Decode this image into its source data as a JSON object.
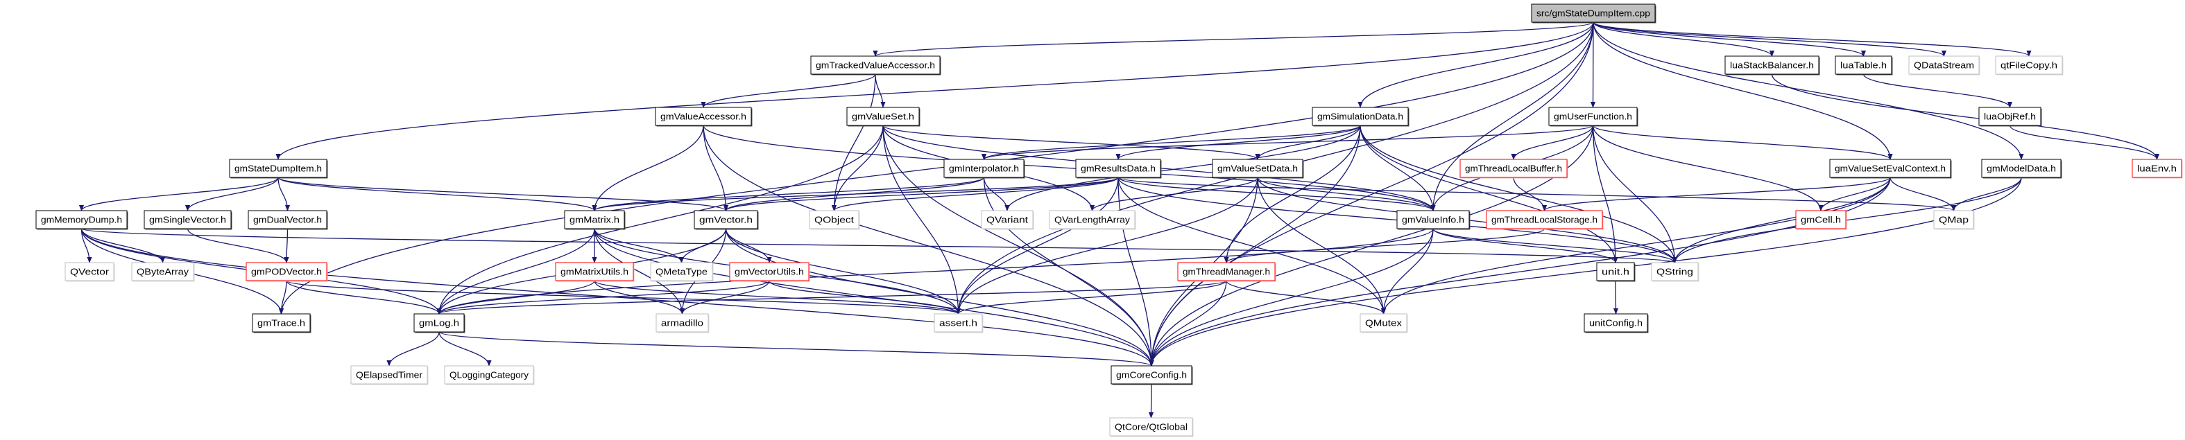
{
  "graph": {
    "root": "src/gmStateDumpItem.cpp",
    "colors": {
      "edge": "#191970",
      "root_fill": "#bfbfbf",
      "normal_border": "#000000",
      "incomplete_border": "#ff0000",
      "external_border": "#bfbfbf"
    },
    "nodes": [
      {
        "label": "src/gmStateDumpItem.cpp",
        "style": "root"
      },
      {
        "label": "gmTrackedValueAccessor.h",
        "style": "normal"
      },
      {
        "label": "luaStackBalancer.h",
        "style": "normal"
      },
      {
        "label": "luaTable.h",
        "style": "normal"
      },
      {
        "label": "QDataStream",
        "style": "external"
      },
      {
        "label": "qtFileCopy.h",
        "style": "external"
      },
      {
        "label": "gmValueAccessor.h",
        "style": "normal"
      },
      {
        "label": "gmValueSet.h",
        "style": "normal"
      },
      {
        "label": "gmSimulationData.h",
        "style": "normal"
      },
      {
        "label": "gmUserFunction.h",
        "style": "normal"
      },
      {
        "label": "luaObjRef.h",
        "style": "normal"
      },
      {
        "label": "gmStateDumpItem.h",
        "style": "normal"
      },
      {
        "label": "gmInterpolator.h",
        "style": "normal"
      },
      {
        "label": "gmResultsData.h",
        "style": "normal"
      },
      {
        "label": "gmValueSetData.h",
        "style": "normal"
      },
      {
        "label": "gmThreadLocalBuffer.h",
        "style": "incomplete"
      },
      {
        "label": "gmValueSetEvalContext.h",
        "style": "normal"
      },
      {
        "label": "gmModelData.h",
        "style": "normal"
      },
      {
        "label": "luaEnv.h",
        "style": "incomplete"
      },
      {
        "label": "gmMemoryDump.h",
        "style": "normal"
      },
      {
        "label": "gmSingleVector.h",
        "style": "normal"
      },
      {
        "label": "gmDualVector.h",
        "style": "normal"
      },
      {
        "label": "gmMatrix.h",
        "style": "normal"
      },
      {
        "label": "gmVector.h",
        "style": "normal"
      },
      {
        "label": "QObject",
        "style": "external"
      },
      {
        "label": "QVariant",
        "style": "external"
      },
      {
        "label": "QVarLengthArray",
        "style": "external"
      },
      {
        "label": "gmValueInfo.h",
        "style": "normal"
      },
      {
        "label": "gmThreadLocalStorage.h",
        "style": "incomplete"
      },
      {
        "label": "gmCell.h",
        "style": "incomplete"
      },
      {
        "label": "QMap",
        "style": "external"
      },
      {
        "label": "QVector",
        "style": "external"
      },
      {
        "label": "QByteArray",
        "style": "external"
      },
      {
        "label": "gmPODVector.h",
        "style": "incomplete"
      },
      {
        "label": "gmMatrixUtils.h",
        "style": "incomplete"
      },
      {
        "label": "QMetaType",
        "style": "external"
      },
      {
        "label": "gmVectorUtils.h",
        "style": "incomplete"
      },
      {
        "label": "gmThreadManager.h",
        "style": "incomplete"
      },
      {
        "label": "unit.h",
        "style": "normal"
      },
      {
        "label": "QString",
        "style": "external"
      },
      {
        "label": "gmTrace.h",
        "style": "normal"
      },
      {
        "label": "gmLog.h",
        "style": "normal"
      },
      {
        "label": "armadillo",
        "style": "external"
      },
      {
        "label": "assert.h",
        "style": "external"
      },
      {
        "label": "QMutex",
        "style": "external"
      },
      {
        "label": "unitConfig.h",
        "style": "normal"
      },
      {
        "label": "QElapsedTimer",
        "style": "external"
      },
      {
        "label": "QLoggingCategory",
        "style": "external"
      },
      {
        "label": "gmCoreConfig.h",
        "style": "normal"
      },
      {
        "label": "QtCore/QtGlobal",
        "style": "external"
      }
    ],
    "edges": [
      [
        "src/gmStateDumpItem.cpp",
        "gmStateDumpItem.h"
      ],
      [
        "src/gmStateDumpItem.cpp",
        "gmTrackedValueAccessor.h"
      ],
      [
        "src/gmStateDumpItem.cpp",
        "gmSimulationData.h"
      ],
      [
        "src/gmStateDumpItem.cpp",
        "gmUserFunction.h"
      ],
      [
        "src/gmStateDumpItem.cpp",
        "luaStackBalancer.h"
      ],
      [
        "src/gmStateDumpItem.cpp",
        "luaTable.h"
      ],
      [
        "src/gmStateDumpItem.cpp",
        "QDataStream"
      ],
      [
        "src/gmStateDumpItem.cpp",
        "qtFileCopy.h"
      ],
      [
        "src/gmStateDumpItem.cpp",
        "gmValueInfo.h"
      ],
      [
        "src/gmStateDumpItem.cpp",
        "gmValueSetEvalContext.h"
      ],
      [
        "src/gmStateDumpItem.cpp",
        "gmModelData.h"
      ],
      [
        "src/gmStateDumpItem.cpp",
        "gmCoreConfig.h"
      ],
      [
        "src/gmStateDumpItem.cpp",
        "gmTrace.h"
      ],
      [
        "src/gmStateDumpItem.cpp",
        "assert.h"
      ],
      [
        "gmTrackedValueAccessor.h",
        "gmValueAccessor.h"
      ],
      [
        "gmTrackedValueAccessor.h",
        "gmValueSet.h"
      ],
      [
        "gmTrackedValueAccessor.h",
        "QObject"
      ],
      [
        "gmValueAccessor.h",
        "gmMatrix.h"
      ],
      [
        "gmValueAccessor.h",
        "gmVector.h"
      ],
      [
        "gmValueAccessor.h",
        "gmCoreConfig.h"
      ],
      [
        "gmValueAccessor.h",
        "gmValueInfo.h"
      ],
      [
        "gmValueSet.h",
        "QObject"
      ],
      [
        "gmValueSet.h",
        "assert.h"
      ],
      [
        "gmValueSet.h",
        "QVarLengthArray"
      ],
      [
        "gmValueSet.h",
        "gmValueSetData.h"
      ],
      [
        "gmValueSet.h",
        "gmValueInfo.h"
      ],
      [
        "gmValueSet.h",
        "gmCoreConfig.h"
      ],
      [
        "gmValueSet.h",
        "gmLog.h"
      ],
      [
        "gmSimulationData.h",
        "gmInterpolator.h"
      ],
      [
        "gmSimulationData.h",
        "gmResultsData.h"
      ],
      [
        "gmSimulationData.h",
        "gmValueSetData.h"
      ],
      [
        "gmSimulationData.h",
        "gmThreadManager.h"
      ],
      [
        "gmSimulationData.h",
        "gmValueInfo.h"
      ],
      [
        "gmSimulationData.h",
        "QVariant"
      ],
      [
        "gmSimulationData.h",
        "unit.h"
      ],
      [
        "gmSimulationData.h",
        "QString"
      ],
      [
        "gmSimulationData.h",
        "gmCoreConfig.h"
      ],
      [
        "gmUserFunction.h",
        "gmInterpolator.h"
      ],
      [
        "gmUserFunction.h",
        "gmThreadLocalBuffer.h"
      ],
      [
        "gmUserFunction.h",
        "gmValueInfo.h"
      ],
      [
        "gmUserFunction.h",
        "gmCell.h"
      ],
      [
        "gmUserFunction.h",
        "unit.h"
      ],
      [
        "gmUserFunction.h",
        "QString"
      ],
      [
        "gmUserFunction.h",
        "gmCoreConfig.h"
      ],
      [
        "gmUserFunction.h",
        "gmValueSetEvalContext.h"
      ],
      [
        "luaStackBalancer.h",
        "luaEnv.h"
      ],
      [
        "luaTable.h",
        "luaObjRef.h"
      ],
      [
        "luaObjRef.h",
        "luaEnv.h"
      ],
      [
        "gmStateDumpItem.h",
        "gmMemoryDump.h"
      ],
      [
        "gmStateDumpItem.h",
        "gmSingleVector.h"
      ],
      [
        "gmStateDumpItem.h",
        "gmDualVector.h"
      ],
      [
        "gmStateDumpItem.h",
        "gmMatrix.h"
      ],
      [
        "gmStateDumpItem.h",
        "gmVector.h"
      ],
      [
        "gmInterpolator.h",
        "gmMatrix.h"
      ],
      [
        "gmInterpolator.h",
        "gmVector.h"
      ],
      [
        "gmInterpolator.h",
        "QVariant"
      ],
      [
        "gmInterpolator.h",
        "gmCoreConfig.h"
      ],
      [
        "gmResultsData.h",
        "QObject"
      ],
      [
        "gmResultsData.h",
        "gmMatrix.h"
      ],
      [
        "gmResultsData.h",
        "gmVector.h"
      ],
      [
        "gmResultsData.h",
        "gmValueInfo.h"
      ],
      [
        "gmResultsData.h",
        "QMutex"
      ],
      [
        "gmResultsData.h",
        "gmCoreConfig.h"
      ],
      [
        "gmResultsData.h",
        "assert.h"
      ],
      [
        "gmResultsData.h",
        "QString"
      ],
      [
        "gmResultsData.h",
        "QMap"
      ],
      [
        "gmValueSetData.h",
        "QVarLengthArray"
      ],
      [
        "gmValueSetData.h",
        "gmValueInfo.h"
      ],
      [
        "gmValueSetData.h",
        "assert.h"
      ],
      [
        "gmValueSetData.h",
        "gmCoreConfig.h"
      ],
      [
        "gmValueSetData.h",
        "QMutex"
      ],
      [
        "gmValueSetData.h",
        "QString"
      ],
      [
        "gmThreadLocalBuffer.h",
        "gmThreadLocalStorage.h"
      ],
      [
        "gmValueSetEvalContext.h",
        "gmThreadLocalStorage.h"
      ],
      [
        "gmValueSetEvalContext.h",
        "gmCell.h"
      ],
      [
        "gmValueSetEvalContext.h",
        "QMap"
      ],
      [
        "gmValueSetEvalContext.h",
        "QString"
      ],
      [
        "gmValueSetEvalContext.h",
        "QMutex"
      ],
      [
        "gmValueSetEvalContext.h",
        "gmCoreConfig.h"
      ],
      [
        "gmModelData.h",
        "QMap"
      ],
      [
        "gmModelData.h",
        "QString"
      ],
      [
        "gmModelData.h",
        "gmCoreConfig.h"
      ],
      [
        "gmMemoryDump.h",
        "QVector"
      ],
      [
        "gmMemoryDump.h",
        "QByteArray"
      ],
      [
        "gmMemoryDump.h",
        "gmTrace.h"
      ],
      [
        "gmMemoryDump.h",
        "gmLog.h"
      ],
      [
        "gmMemoryDump.h",
        "gmCoreConfig.h"
      ],
      [
        "gmMemoryDump.h",
        "QString"
      ],
      [
        "gmSingleVector.h",
        "gmPODVector.h"
      ],
      [
        "gmDualVector.h",
        "gmPODVector.h"
      ],
      [
        "gmMatrix.h",
        "gmMatrixUtils.h"
      ],
      [
        "gmMatrix.h",
        "QMetaType"
      ],
      [
        "gmMatrix.h",
        "armadillo"
      ],
      [
        "gmMatrix.h",
        "assert.h"
      ],
      [
        "gmMatrix.h",
        "gmCoreConfig.h"
      ],
      [
        "gmMatrix.h",
        "gmLog.h"
      ],
      [
        "gmVector.h",
        "QMetaType"
      ],
      [
        "gmVector.h",
        "gmVectorUtils.h"
      ],
      [
        "gmVector.h",
        "assert.h"
      ],
      [
        "gmVector.h",
        "armadillo"
      ],
      [
        "gmVector.h",
        "gmCoreConfig.h"
      ],
      [
        "gmVector.h",
        "gmLog.h"
      ],
      [
        "gmValueInfo.h",
        "unit.h"
      ],
      [
        "gmValueInfo.h",
        "QString"
      ],
      [
        "gmValueInfo.h",
        "gmCoreConfig.h"
      ],
      [
        "gmValueInfo.h",
        "gmLog.h"
      ],
      [
        "gmValueInfo.h",
        "QMutex"
      ],
      [
        "gmThreadLocalStorage.h",
        "gmThreadManager.h"
      ],
      [
        "gmPODVector.h",
        "gmTrace.h"
      ],
      [
        "gmPODVector.h",
        "gmLog.h"
      ],
      [
        "gmPODVector.h",
        "assert.h"
      ],
      [
        "gmMatrixUtils.h",
        "gmLog.h"
      ],
      [
        "gmMatrixUtils.h",
        "armadillo"
      ],
      [
        "gmMatrixUtils.h",
        "assert.h"
      ],
      [
        "gmVectorUtils.h",
        "gmLog.h"
      ],
      [
        "gmVectorUtils.h",
        "armadillo"
      ],
      [
        "gmVectorUtils.h",
        "assert.h"
      ],
      [
        "gmThreadManager.h",
        "gmLog.h"
      ],
      [
        "gmThreadManager.h",
        "assert.h"
      ],
      [
        "gmThreadManager.h",
        "gmCoreConfig.h"
      ],
      [
        "gmThreadManager.h",
        "QMutex"
      ],
      [
        "gmLog.h",
        "QElapsedTimer"
      ],
      [
        "gmLog.h",
        "QLoggingCategory"
      ],
      [
        "gmLog.h",
        "gmCoreConfig.h"
      ],
      [
        "unit.h",
        "unitConfig.h"
      ],
      [
        "gmCoreConfig.h",
        "QtCore/QtGlobal"
      ]
    ]
  }
}
